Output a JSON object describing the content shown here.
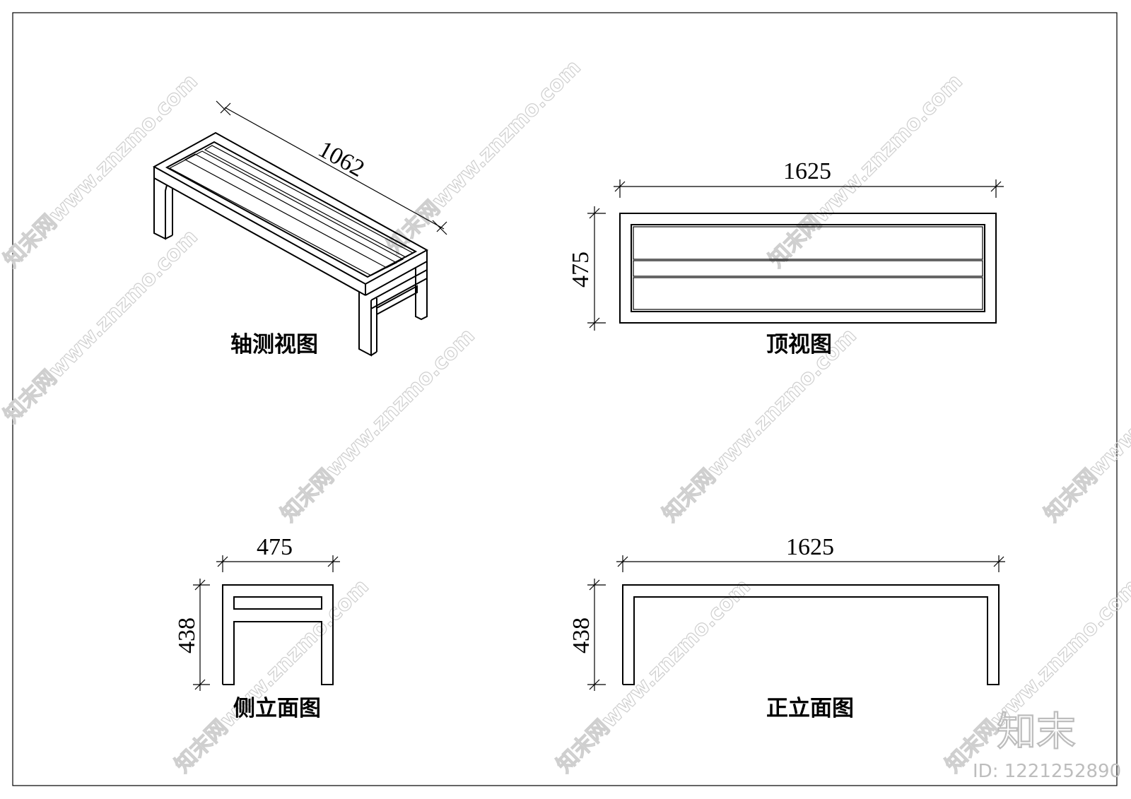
{
  "views": {
    "axonometric": {
      "caption": "轴测视图",
      "length": "1062"
    },
    "top": {
      "caption": "顶视图",
      "length": "1625",
      "depth": "475"
    },
    "side": {
      "caption": "侧立面图",
      "width": "475",
      "height": "438"
    },
    "front": {
      "caption": "正立面图",
      "length": "1625",
      "height": "438"
    }
  },
  "watermark": {
    "text": "知末网www.znzmo.com",
    "logo": "知末",
    "id": "ID: 1221252890"
  }
}
